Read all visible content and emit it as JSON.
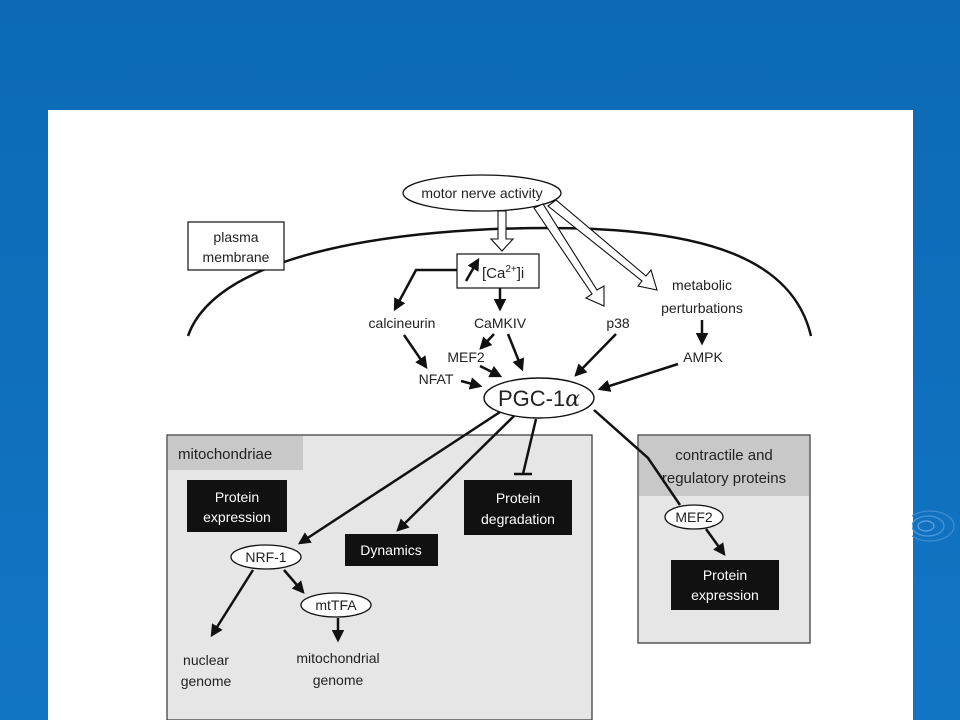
{
  "diagram": {
    "nodes": {
      "motor_nerve": "motor nerve activity",
      "plasma_membrane_1": "plasma",
      "plasma_membrane_2": "membrane",
      "calcium_pre": "[Ca",
      "calcium_sup": "2+",
      "calcium_post": "]i",
      "calcineurin": "calcineurin",
      "camkiv": "CaMKIV",
      "p38": "p38",
      "metabolic_1": "metabolic",
      "metabolic_2": "perturbations",
      "mef2_top": "MEF2",
      "nfat": "NFAT",
      "ampk": "AMPK",
      "pgc1a_pre": "PGC-1",
      "pgc1a_alpha": "α",
      "nrf1": "NRF-1",
      "mttfa": "mtTFA",
      "nuclear_1": "nuclear",
      "nuclear_2": "genome",
      "mito_genome_1": "mitochondrial",
      "mito_genome_2": "genome",
      "mef2_right": "MEF2"
    },
    "panels": {
      "mitochondriae": "mitochondriae",
      "contractile_1": "contractile and",
      "contractile_2": "regulatory proteins"
    },
    "boxes": {
      "protein_expression_1": "Protein",
      "protein_expression_2": "expression",
      "dynamics": "Dynamics",
      "protein_degradation_1": "Protein",
      "protein_degradation_2": "degradation",
      "protein_expression_r_1": "Protein",
      "protein_expression_r_2": "expression"
    }
  },
  "colors": {
    "background": "#0f6fbc",
    "panel_fill": "#e6e6e6",
    "panel_header": "#c8c8c8",
    "black_box": "#111111"
  }
}
